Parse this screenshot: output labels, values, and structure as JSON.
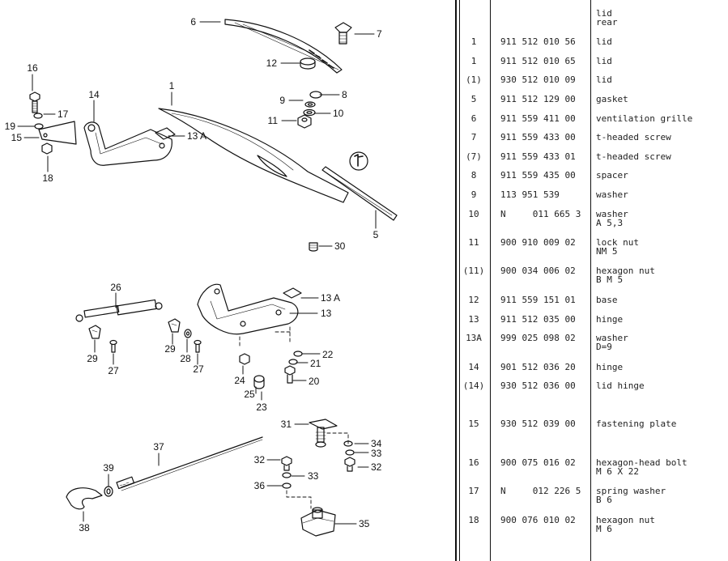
{
  "callouts": [
    "6",
    "7",
    "12",
    "16",
    "14",
    "1",
    "8",
    "9",
    "10",
    "11",
    "17",
    "19",
    "15",
    "13 A",
    "18",
    "5",
    "30",
    "26",
    "13 A",
    "13",
    "29",
    "28",
    "29",
    "27",
    "27",
    "22",
    "21",
    "24",
    "25",
    "20",
    "23",
    "31",
    "37",
    "34",
    "33",
    "32",
    "39",
    "32",
    "33",
    "36",
    "35",
    "38"
  ],
  "table": {
    "header": {
      "desc": "lid",
      "desc2": "rear"
    },
    "rows": [
      {
        "pos": "1",
        "part": "911 512 010 56",
        "desc": "lid",
        "desc2": ""
      },
      {
        "pos": "1",
        "part": "911 512 010 65",
        "desc": "lid",
        "desc2": ""
      },
      {
        "pos": "(1)",
        "part": "930 512 010 09",
        "desc": "lid",
        "desc2": ""
      },
      {
        "pos": "5",
        "part": "911 512 129 00",
        "desc": "gasket",
        "desc2": ""
      },
      {
        "pos": "6",
        "part": "911 559 411 00",
        "desc": "ventilation grille",
        "desc2": ""
      },
      {
        "pos": "7",
        "part": "911 559 433 00",
        "desc": "t-headed screw",
        "desc2": ""
      },
      {
        "pos": "(7)",
        "part": "911 559 433 01",
        "desc": "t-headed screw",
        "desc2": ""
      },
      {
        "pos": "8",
        "part": "911 559 435 00",
        "desc": "spacer",
        "desc2": ""
      },
      {
        "pos": "9",
        "part": "113 951 539",
        "desc": "washer",
        "desc2": ""
      },
      {
        "pos": "10",
        "part": "N     011 665 3",
        "desc": "washer",
        "desc2": "A 5,3"
      },
      {
        "pos": "11",
        "part": "900 910 009 02",
        "desc": "lock nut",
        "desc2": "NM 5"
      },
      {
        "pos": "(11)",
        "part": "900 034 006 02",
        "desc": "hexagon nut",
        "desc2": "B M 5"
      },
      {
        "pos": "12",
        "part": "911 559 151 01",
        "desc": "base",
        "desc2": ""
      },
      {
        "pos": "13",
        "part": "911 512 035 00",
        "desc": "hinge",
        "desc2": ""
      },
      {
        "pos": "13A",
        "part": "999 025 098 02",
        "desc": "washer",
        "desc2": "D=9"
      },
      {
        "pos": "14",
        "part": "901 512 036 20",
        "desc": "hinge",
        "desc2": ""
      },
      {
        "pos": "(14)",
        "part": "930 512 036 00",
        "desc": "lid hinge",
        "desc2": ""
      },
      {
        "pos": "15",
        "part": "930 512 039 00",
        "desc": "fastening plate",
        "desc2": ""
      },
      {
        "pos": "16",
        "part": "900 075 016 02",
        "desc": "hexagon-head bolt",
        "desc2": "M 6 X 22"
      },
      {
        "pos": "17",
        "part": "N     012 226 5",
        "desc": "spring washer",
        "desc2": "B 6"
      },
      {
        "pos": "18",
        "part": "900 076 010 02",
        "desc": "hexagon nut",
        "desc2": "M 6"
      }
    ]
  }
}
